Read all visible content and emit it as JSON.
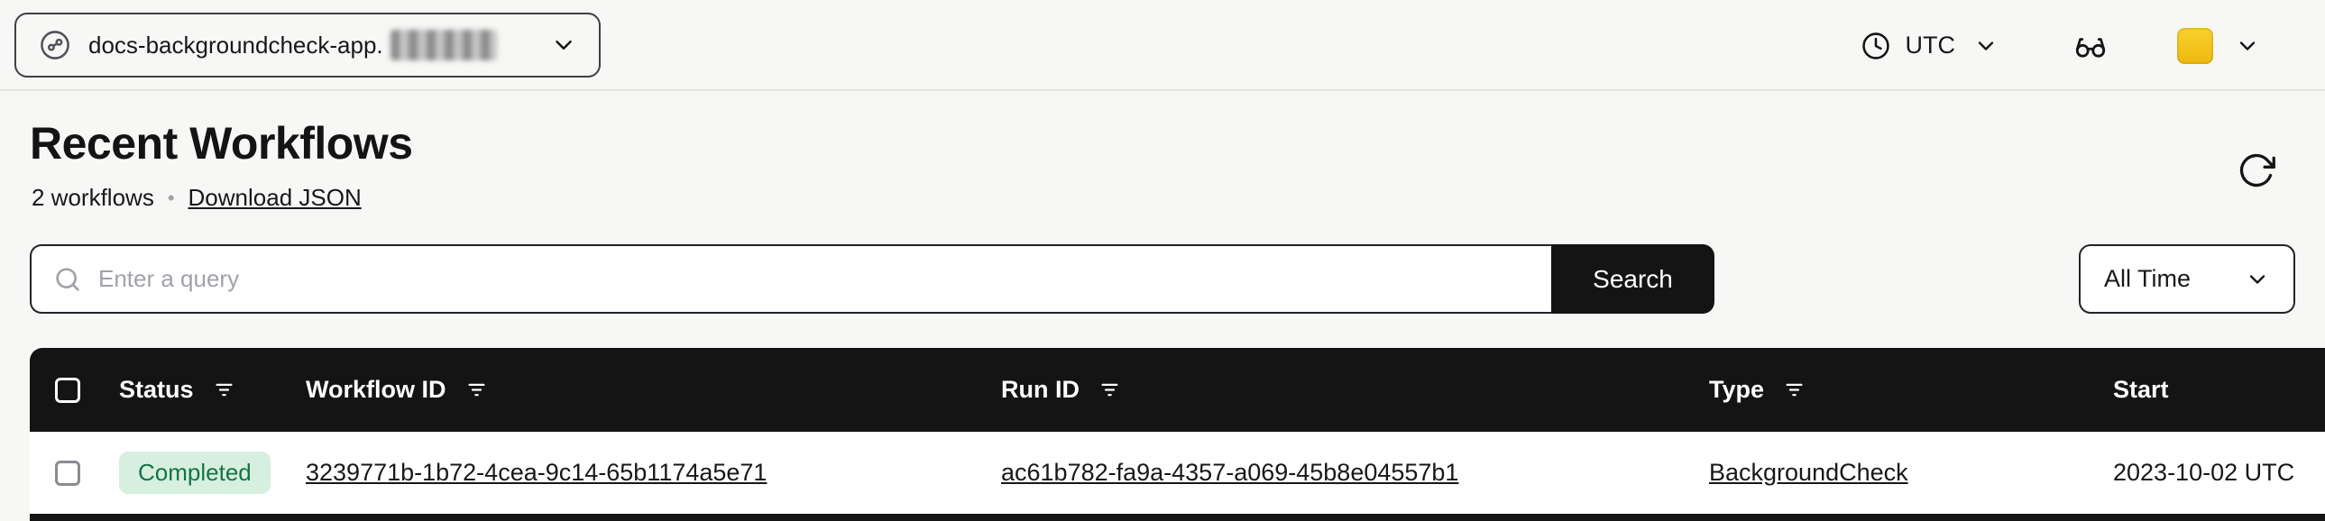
{
  "colors": {
    "page_bg": "#f7f7f5",
    "table_header_bg": "#141414",
    "accent_dark": "#141414",
    "badge_completed_bg": "#d7efdf",
    "badge_completed_text": "#157347",
    "avatar_yellow": "#f2c41d",
    "placeholder_gray": "#a1a1aa"
  },
  "top_bar": {
    "namespace_selector": {
      "label": "docs-backgroundcheck-app.",
      "suffix_redacted": true
    },
    "timezone_label": "UTC",
    "icons": {
      "namespace": "namespace-icon",
      "clock": "clock-icon",
      "glasses": "glasses-icon",
      "avatar": "user-avatar",
      "chevron": "chevron-down-icon"
    }
  },
  "page_header": {
    "title": "Recent Workflows",
    "workflow_count": "2 workflows",
    "separator": "•",
    "download_json_link": "Download JSON",
    "icons": {
      "refresh": "refresh-icon"
    }
  },
  "search": {
    "placeholder": "Enter a query",
    "search_button": "Search",
    "time_filter": "All Time",
    "icons": {
      "search": "search-icon",
      "filter": "filter-icon"
    }
  },
  "table": {
    "columns": {
      "status": "Status",
      "workflow_id": "Workflow ID",
      "run_id": "Run ID",
      "type": "Type",
      "start": "Start"
    },
    "rows": [
      {
        "status": "Completed",
        "workflow_id": "3239771b-1b72-4cea-9c14-65b1174a5e71",
        "run_id": "ac61b782-fa9a-4357-a069-45b8e04557b1",
        "type": "BackgroundCheck",
        "start": "2023-10-02 UTC"
      }
    ]
  }
}
